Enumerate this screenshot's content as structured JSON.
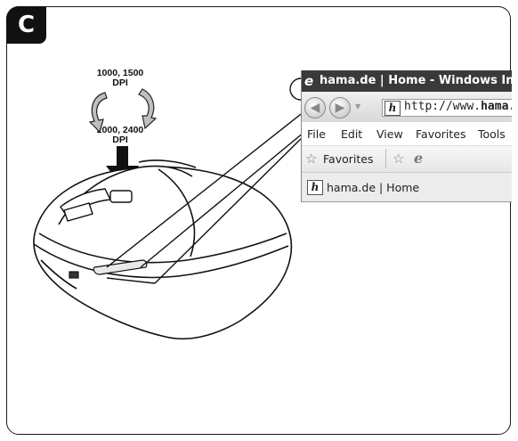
{
  "step": {
    "letter": "C"
  },
  "dpi_labels": {
    "top_line1": "1000, 1500",
    "top_line2": "DPI",
    "bottom_line1": "2000, 2400",
    "bottom_line2": "DPI"
  },
  "browser": {
    "title_logo": "e",
    "title": "hama.de | Home - Windows Inte",
    "address_icon": "h",
    "url_prefix": "http://www.",
    "url_bold": "hama.de",
    "menu": [
      "File",
      "Edit",
      "View",
      "Favorites",
      "Tools"
    ],
    "favorites_label": "Favorites",
    "tab_icon": "h",
    "tab_label": "hama.de | Home"
  }
}
